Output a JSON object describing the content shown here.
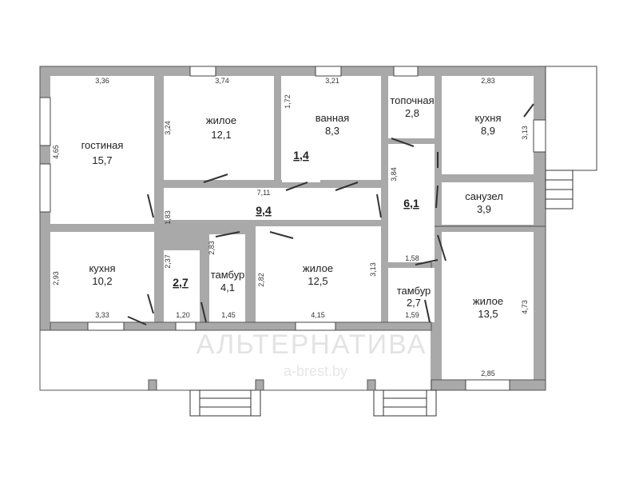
{
  "rooms": [
    {
      "id": "gostinaya",
      "name": "гостиная",
      "area": "15,7"
    },
    {
      "id": "zhiloe1",
      "name": "жилое",
      "area": "12,1"
    },
    {
      "id": "vannaya",
      "name": "ванная",
      "area": "8,3"
    },
    {
      "id": "topochnaya",
      "name": "топочная",
      "area": "2,8"
    },
    {
      "id": "kuhnya1",
      "name": "кухня",
      "area": "8,9"
    },
    {
      "id": "small14",
      "name": "",
      "area": "1,4"
    },
    {
      "id": "hall94",
      "name": "",
      "area": "9,4"
    },
    {
      "id": "hall61",
      "name": "",
      "area": "6,1"
    },
    {
      "id": "sanuzel",
      "name": "санузел",
      "area": "3,9"
    },
    {
      "id": "kuhnya2",
      "name": "кухня",
      "area": "10,2"
    },
    {
      "id": "small27",
      "name": "",
      "area": "2,7"
    },
    {
      "id": "tambur1",
      "name": "тамбур",
      "area": "4,1"
    },
    {
      "id": "zhiloe2",
      "name": "жилое",
      "area": "12,5"
    },
    {
      "id": "tambur2",
      "name": "тамбур",
      "area": "2,7"
    },
    {
      "id": "zhiloe3",
      "name": "жилое",
      "area": "13,5"
    }
  ],
  "dimensions": [
    "3,36",
    "3,74",
    "3,21",
    "2,83",
    "4,65",
    "3,24",
    "1,72",
    "3,13",
    "3,84",
    "7,11",
    "1,83",
    "2,37",
    "2,83",
    "2,93",
    "3,33",
    "1,20",
    "1,45",
    "2,82",
    "4,15",
    "3,13",
    "1,58",
    "1,59",
    "4,73",
    "2,85"
  ],
  "watermark": {
    "brand": "АЛЬТЕРНАТИВА",
    "site": "a-brest.by"
  }
}
